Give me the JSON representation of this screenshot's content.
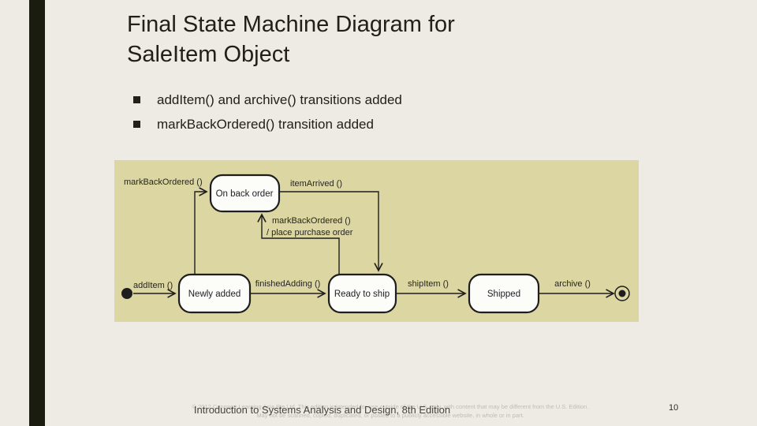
{
  "slide": {
    "title_line1": "Final State Machine Diagram for",
    "title_line2": "SaleItem Object",
    "bullets": [
      "addItem() and archive() transitions added",
      "markBackOrdered() transition added"
    ]
  },
  "diagram": {
    "type": "uml-state-machine",
    "states": [
      {
        "label": "On back order"
      },
      {
        "label": "Newly added"
      },
      {
        "label": "Ready to ship"
      },
      {
        "label": "Shipped"
      }
    ],
    "transitions": [
      {
        "from": "start",
        "to": "Newly added",
        "label": "addItem ()"
      },
      {
        "from": "Newly added",
        "to": "On back order",
        "label": "markBackOrdered ()"
      },
      {
        "from": "Newly added",
        "to": "Ready to ship",
        "label": "finishedAdding ()"
      },
      {
        "from": "On back order",
        "to": "Ready to ship",
        "label": "itemArrived ()"
      },
      {
        "from": "Ready to ship",
        "to": "On back order",
        "label": "markBackOrdered ()",
        "action": "/ place purchase order"
      },
      {
        "from": "Ready to ship",
        "to": "Shipped",
        "label": "shipItem ()"
      },
      {
        "from": "Shipped",
        "to": "end",
        "label": "archive ()"
      }
    ]
  },
  "footer": {
    "copyright_line1": "© 2012 Cengage Learning Asia Pte Ltd. This edition is intended for use outside of the U.S. only, with content that may be different from the U.S. Edition.",
    "copyright_line2": "May not be scanned, copied, duplicated, or posted to a publicly accessible website, in whole or in part.",
    "book_title": "Introduction to Systems Analysis and Design, 8th Edition",
    "page_number": "10"
  },
  "colors": {
    "slide_background": "#edebe3",
    "accent_bar": "#1b1c10",
    "title_text": "#21201a",
    "diagram_background": "#dcd6a3",
    "diagram_stroke": "#1e1e1e",
    "diagram_text": "#26251f",
    "state_fill": "#fcfcf8",
    "copyright_text": "#c1bdb2"
  }
}
